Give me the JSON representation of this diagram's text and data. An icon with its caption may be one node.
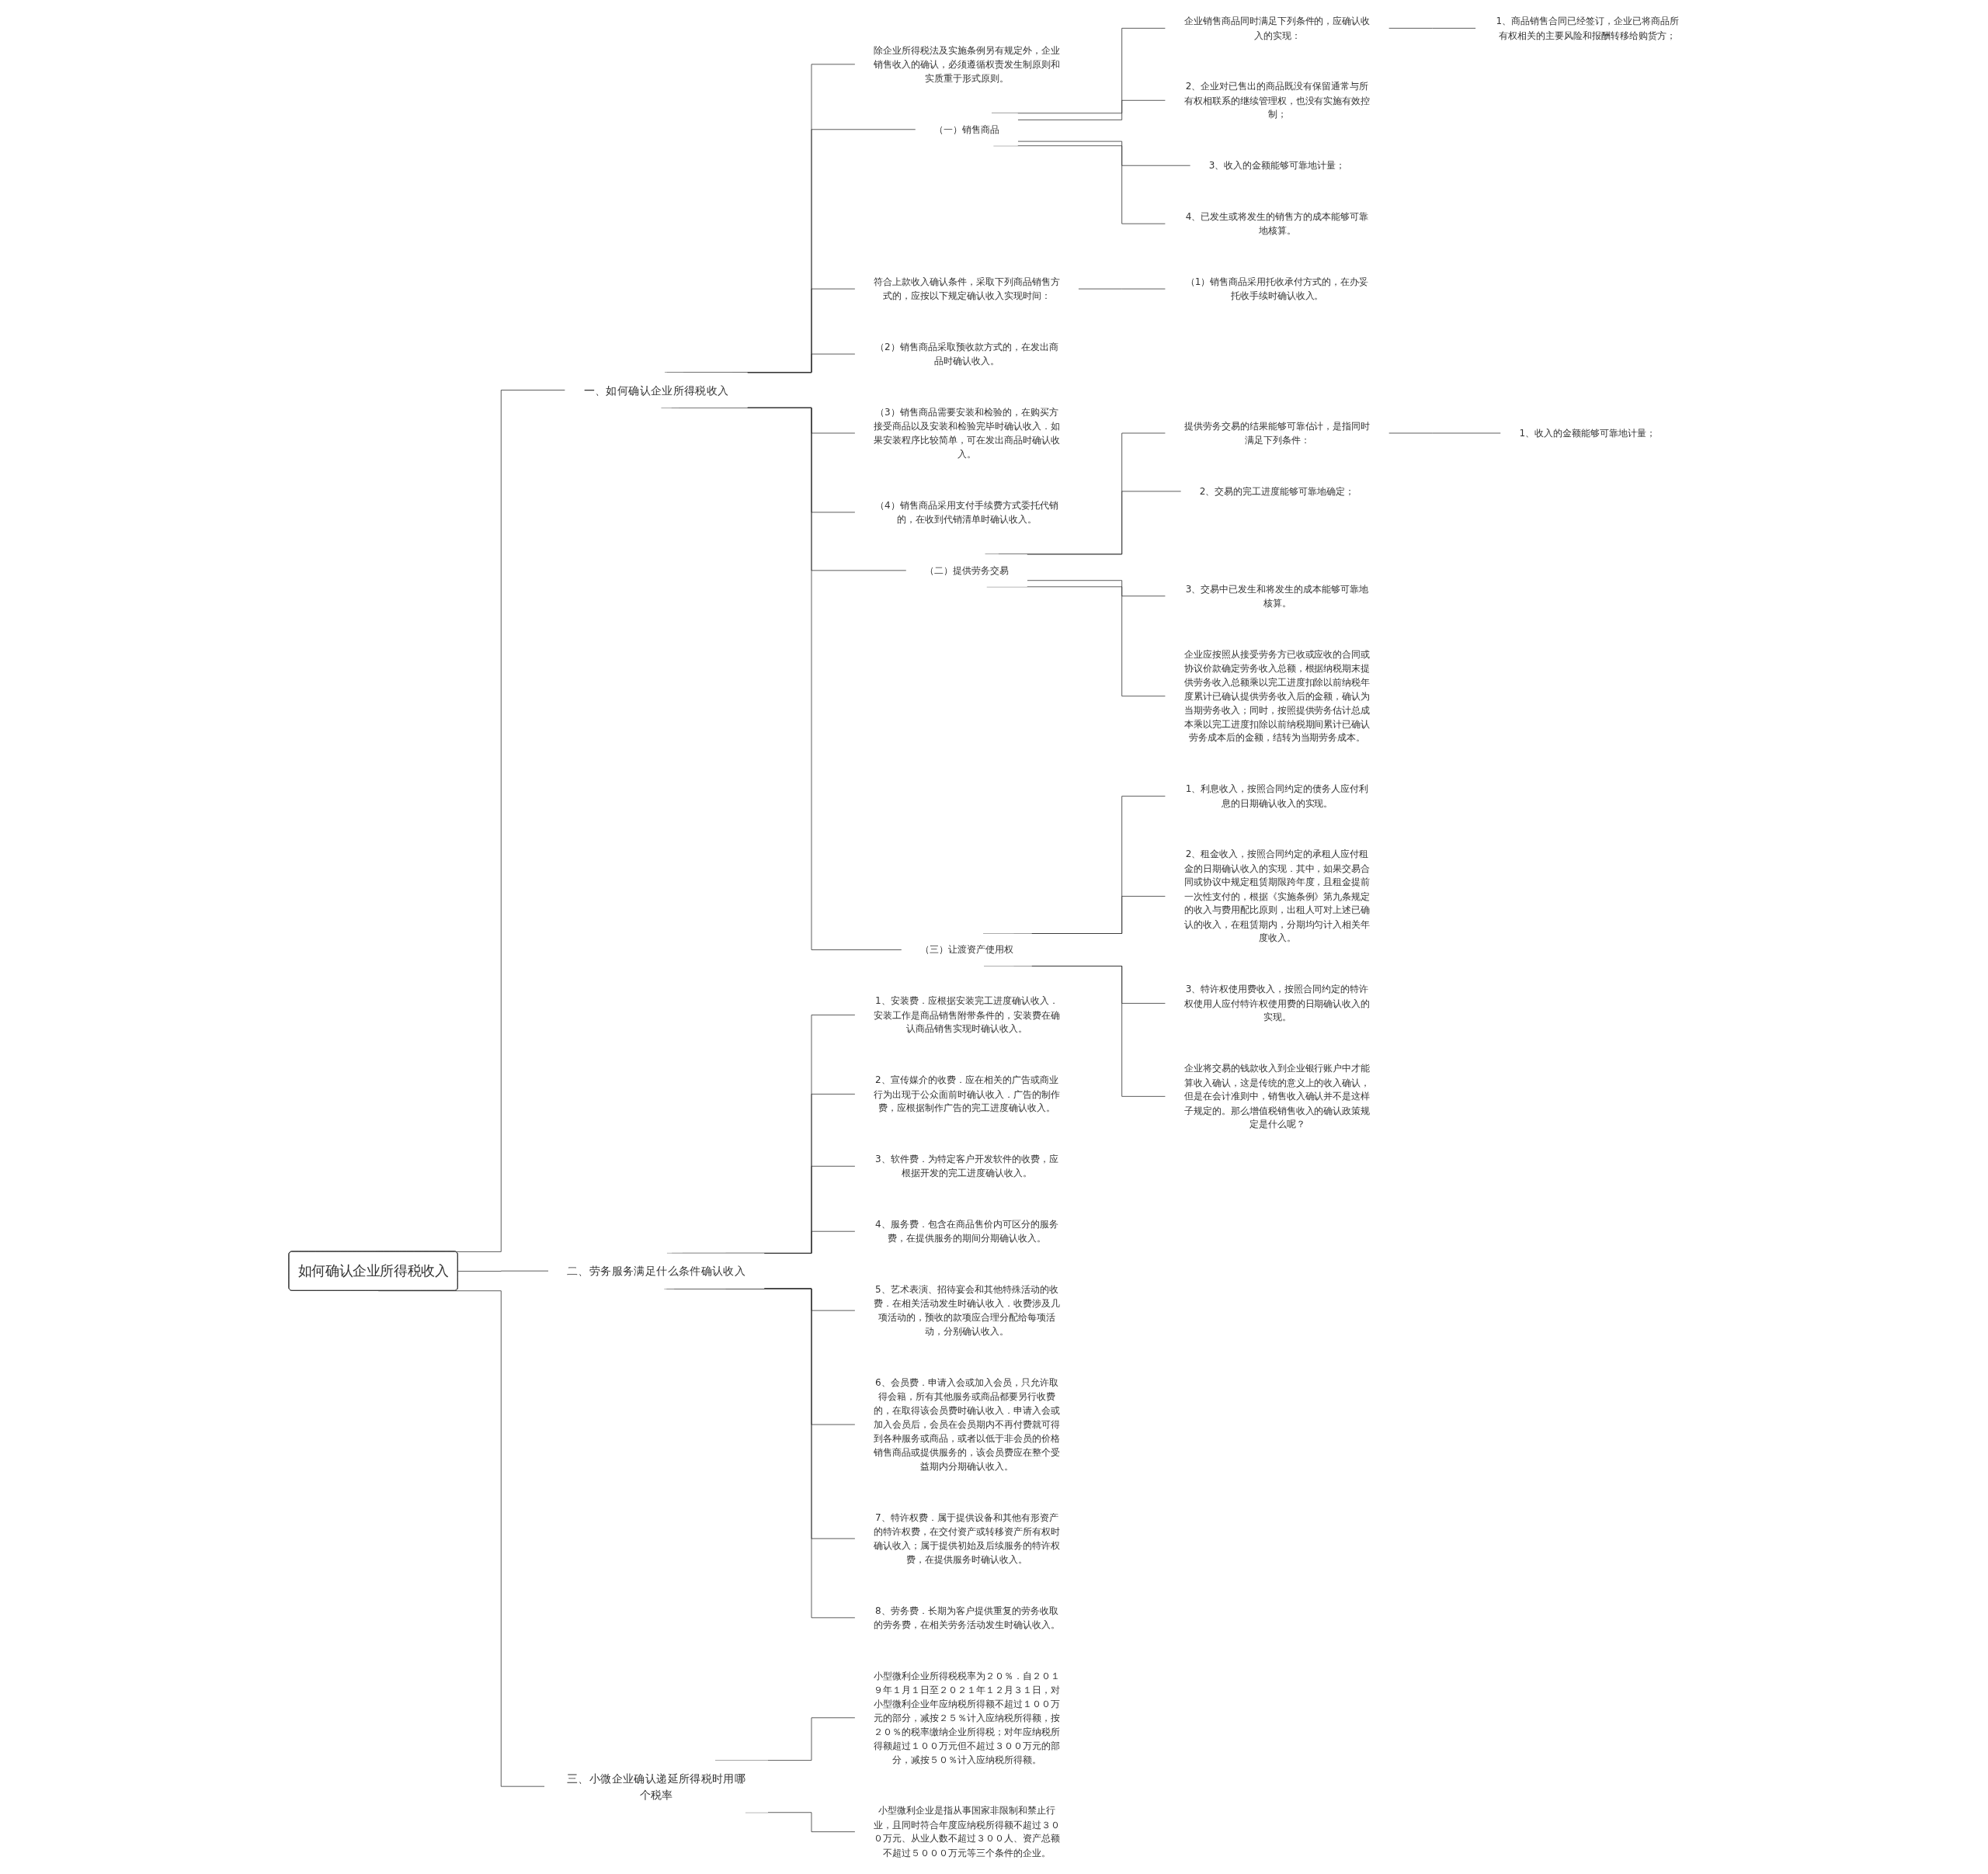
{
  "diagram": {
    "nodes": [
      {
        "text": [
          "如何确认企业所得税收入"
        ]
      },
      {
        "text": [
          "一、如何确认企业所得税收入"
        ]
      },
      {
        "text": [
          "除企业所得税法及实施条例另有规定外，企业销售收入的确认，必须遵循权责发生制原则和实质重于形式原则。"
        ]
      },
      {
        "text": [
          "（一）销售商品"
        ]
      },
      {
        "text": [
          "企业销售商品同时满足下列条件的，应确认收入的实现："
        ]
      },
      {
        "text": [
          "1、商品销售合同已经签订，企业已将商品所有权相关的主要风险和报酬转移给购货方；"
        ]
      },
      {
        "text": [
          "2、企业对已售出的商品既没有保留通常与所有权相联系的继续管理权，也没有实施有效控制；"
        ]
      },
      {
        "text": [
          "3、收入的金额能够可靠地计量；"
        ]
      },
      {
        "text": [
          "4、已发生或将发生的销售方的成本能够可靠地核算。"
        ]
      },
      {
        "text": [
          "符合上款收入确认条件，采取下列商品销售方式的，应按以下规定确认收入实现时间："
        ]
      },
      {
        "text": [
          "（1）销售商品采用托收承付方式的，在办妥托收手续时确认收入。"
        ]
      },
      {
        "text": [
          "（2）销售商品采取预收款方式的，在发出商品时确认收入。"
        ]
      },
      {
        "text": [
          "（3）销售商品需要安装和检验的，在购买方接受商品以及安装和检验完毕时确认收入．如果安装程序比较简单，可在发出商品时确认收入。"
        ]
      },
      {
        "text": [
          "（4）销售商品采用支付手续费方式委托代销的，在收到代销清单时确认收入。"
        ]
      },
      {
        "text": [
          "（二）提供劳务交易"
        ]
      },
      {
        "text": [
          "提供劳务交易的结果能够可靠估计，是指同时满足下列条件："
        ]
      },
      {
        "text": [
          "1、收入的金额能够可靠地计量；"
        ]
      },
      {
        "text": [
          "2、交易的完工进度能够可靠地确定；"
        ]
      },
      {
        "text": [
          "3、交易中已发生和将发生的成本能够可靠地核算。"
        ]
      },
      {
        "text": [
          "企业应按照从接受劳务方已收或应收的合同或协议价款确定劳务收入总额，根据纳税期末提供劳务收入总额乘以完工进度扣除以前纳税年度累计已确认提供劳务收入后的金额，确认为当期劳务收入；同时，按照提供劳务估计总成本乘以完工进度扣除以前纳税期间累计已确认劳务成本后的金额，结转为当期劳务成本。"
        ]
      },
      {
        "text": [
          "（三）让渡资产使用权"
        ]
      },
      {
        "text": [
          "1、利息收入，按照合同约定的债务人应付利息的日期确认收入的实现。"
        ]
      },
      {
        "text": [
          "2、租金收入，按照合同约定的承租人应付租金的日期确认收入的实现．其中，如果交易合同或协议中规定租赁期限跨年度，且租金提前一次性支付的，根据《实施条例》第九条规定的收入与费用配比原则，出租人可对上述已确认的收入，在租赁期内，分期均匀计入相关年度收入。"
        ]
      },
      {
        "text": [
          "3、特许权使用费收入，按照合同约定的特许权使用人应付特许权使用费的日期确认收入的实现。"
        ]
      },
      {
        "text": [
          "企业将交易的钱款收入到企业银行账户中才能算收入确认，这是传统的意义上的收入确认，但是在会计准则中，销售收入确认并不是这样子规定的。那么增值税销售收入的确认政策规定是什么呢？"
        ]
      },
      {
        "text": [
          "二、劳务服务满足什么条件确认收入"
        ]
      },
      {
        "text": [
          "1、安装费．应根据安装完工进度确认收入．安装工作是商品销售附带条件的，安装费在确认商品销售实现时确认收入。"
        ]
      },
      {
        "text": [
          "2、宣传媒介的收费．应在相关的广告或商业行为出现于公众面前时确认收入．广告的制作费，应根据制作广告的完工进度确认收入。"
        ]
      },
      {
        "text": [
          "3、软件费．为特定客户开发软件的收费，应根据开发的完工进度确认收入。"
        ]
      },
      {
        "text": [
          "4、服务费．包含在商品售价内可区分的服务费，在提供服务的期间分期确认收入。"
        ]
      },
      {
        "text": [
          "5、艺术表演、招待宴会和其他特殊活动的收费．在相关活动发生时确认收入．收费涉及几项活动的，预收的款项应合理分配给每项活动，分别确认收入。"
        ]
      },
      {
        "text": [
          "6、会员费．申请入会或加入会员，只允许取得会籍，所有其他服务或商品都要另行收费的，在取得该会员费时确认收入．申请入会或加入会员后，会员在会员期内不再付费就可得到各种服务或商品，或者以低于非会员的价格销售商品或提供服务的，该会员费应在整个受益期内分期确认收入。"
        ]
      },
      {
        "text": [
          "7、特许权费．属于提供设备和其他有形资产的特许权费，在交付资产或转移资产所有权时确认收入；属于提供初始及后续服务的特许权费，在提供服务时确认收入。"
        ]
      },
      {
        "text": [
          "8、劳务费．长期为客户提供重复的劳务收取的劳务费，在相关劳务活动发生时确认收入。"
        ]
      },
      {
        "text": [
          "三、小微企业确认递延所得税时用哪个税率"
        ]
      },
      {
        "text": [
          "小型微利企业所得税税率为２０％．自２０１９年１月１日至２０２１年１２月３１日，对小型微利企业年应纳税所得额不超过１００万元的部分，减按２５％计入应纳税所得额，按２０％的税率缴纳企业所得税；对年应纳税所得额超过１００万元但不超过３００万元的部分，减按５０％计入应纳税所得额。"
        ]
      },
      {
        "text": [
          "小型微利企业是指从事国家非限制和禁止行业，且同时符合年度应纳税所得额不超过３００万元、从业人数不超过３００人、资产总额不超过５０００万元等三个条件的企业。"
        ]
      }
    ],
    "edges": [
      {
        "from": 0,
        "to": 1,
        "arrow": "none"
      },
      {
        "from": 1,
        "to": 2,
        "arrow": "none"
      },
      {
        "from": 1,
        "to": 3,
        "arrow": "none"
      },
      {
        "from": 3,
        "to": 4,
        "arrow": "none"
      },
      {
        "from": 4,
        "to": 5,
        "arrow": "none"
      },
      {
        "from": 3,
        "to": 6,
        "arrow": "none"
      },
      {
        "from": 3,
        "to": 7,
        "arrow": "none"
      },
      {
        "from": 3,
        "to": 8,
        "arrow": "none"
      },
      {
        "from": 1,
        "to": 9,
        "arrow": "none"
      },
      {
        "from": 9,
        "to": 10,
        "arrow": "none"
      },
      {
        "from": 1,
        "to": 11,
        "arrow": "none"
      },
      {
        "from": 1,
        "to": 12,
        "arrow": "none"
      },
      {
        "from": 1,
        "to": 13,
        "arrow": "none"
      },
      {
        "from": 1,
        "to": 14,
        "arrow": "none"
      },
      {
        "from": 14,
        "to": 15,
        "arrow": "none"
      },
      {
        "from": 15,
        "to": 16,
        "arrow": "none"
      },
      {
        "from": 14,
        "to": 17,
        "arrow": "none"
      },
      {
        "from": 14,
        "to": 18,
        "arrow": "none"
      },
      {
        "from": 14,
        "to": 19,
        "arrow": "none"
      },
      {
        "from": 1,
        "to": 20,
        "arrow": "none"
      },
      {
        "from": 20,
        "to": 21,
        "arrow": "none"
      },
      {
        "from": 20,
        "to": 22,
        "arrow": "none"
      },
      {
        "from": 20,
        "to": 23,
        "arrow": "none"
      },
      {
        "from": 20,
        "to": 24,
        "arrow": "none"
      },
      {
        "from": 0,
        "to": 25,
        "arrow": "none"
      },
      {
        "from": 25,
        "to": 26,
        "arrow": "none"
      },
      {
        "from": 25,
        "to": 27,
        "arrow": "none"
      },
      {
        "from": 25,
        "to": 28,
        "arrow": "none"
      },
      {
        "from": 25,
        "to": 29,
        "arrow": "none"
      },
      {
        "from": 25,
        "to": 30,
        "arrow": "none"
      },
      {
        "from": 25,
        "to": 31,
        "arrow": "none"
      },
      {
        "from": 25,
        "to": 32,
        "arrow": "none"
      },
      {
        "from": 25,
        "to": 33,
        "arrow": "none"
      },
      {
        "from": 0,
        "to": 34,
        "arrow": "none"
      },
      {
        "from": 34,
        "to": 35,
        "arrow": "none"
      },
      {
        "from": 34,
        "to": 36,
        "arrow": "none"
      }
    ]
  }
}
